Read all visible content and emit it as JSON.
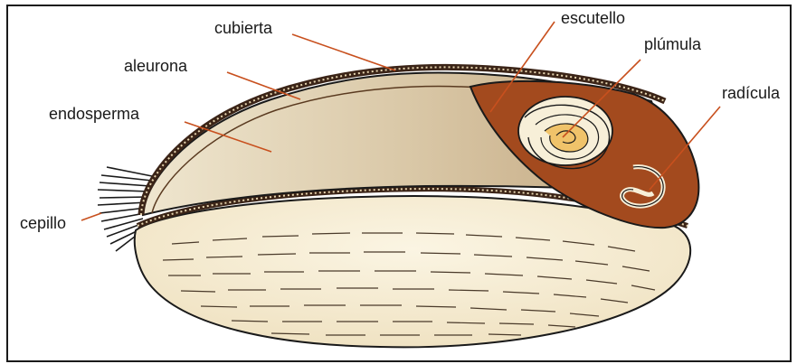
{
  "labels": {
    "cubierta": "cubierta",
    "aleurona": "aleurona",
    "endosperma": "endosperma",
    "cepillo": "cepillo",
    "escutello": "escutello",
    "plumula": "plúmula",
    "radicula": "radícula"
  },
  "colors": {
    "leader_line": "#c8501e",
    "scutellum": "#a34a1e",
    "endosperm": "#d8c6a4",
    "starch_body": "#f4ead0",
    "coat": "#3b2417",
    "outline": "#1a1a1a"
  }
}
